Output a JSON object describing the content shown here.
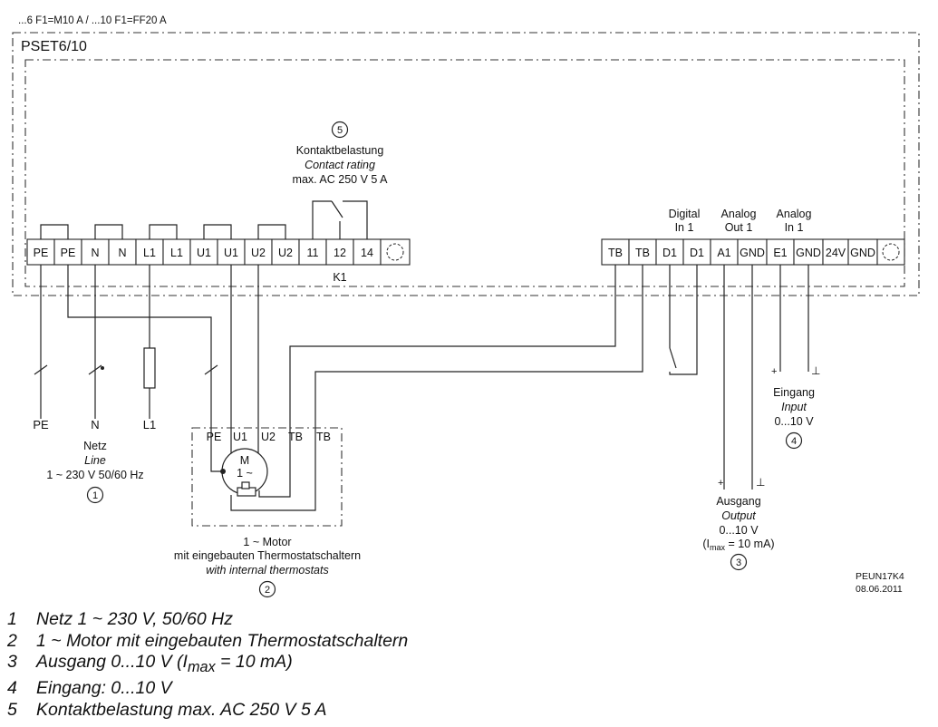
{
  "header_note": "...6 F1=M10 A / ...10 F1=FF20 A",
  "device_title": "PSET6/10",
  "terminals": [
    "PE",
    "PE",
    "N",
    "N",
    "L1",
    "L1",
    "U1",
    "U1",
    "U2",
    "U2",
    "11",
    "12",
    "14",
    "TB",
    "TB",
    "D1",
    "D1",
    "A1",
    "GND",
    "E1",
    "GND",
    "24V",
    "GND"
  ],
  "relay_label": "K1",
  "contact": {
    "num": "5",
    "de": "Kontaktbelastung",
    "en": "Contact rating",
    "value": "max. AC 250 V 5 A"
  },
  "digital_in": {
    "line1": "Digital",
    "line2": "In 1"
  },
  "analog_out": {
    "line1": "Analog",
    "line2": "Out 1"
  },
  "analog_in": {
    "line1": "Analog",
    "line2": "In 1"
  },
  "mains": {
    "pe": "PE",
    "n": "N",
    "l1": "L1",
    "de": "Netz",
    "en": "Line",
    "value": "1 ~ 230 V 50/60 Hz",
    "num": "1"
  },
  "motor": {
    "pins": [
      "PE",
      "U1",
      "U2",
      "TB",
      "TB"
    ],
    "m": "M",
    "phase": "1 ~",
    "line1": "1 ~ Motor",
    "line2": "mit eingebauten Thermostatschaltern",
    "line3": "with internal thermostats",
    "num": "2"
  },
  "output": {
    "plus": "+",
    "gnd": "⊥",
    "de": "Ausgang",
    "en": "Output",
    "value": "0...10 V",
    "imax_pre": "(I",
    "imax_sub": "max",
    "imax_post": " = 10 mA)",
    "num": "3"
  },
  "input": {
    "plus": "+",
    "gnd": "⊥",
    "de": "Eingang",
    "en": "Input",
    "value": "0...10 V",
    "num": "4"
  },
  "doc_code": "PEUN17K4",
  "doc_date": "08.06.2011",
  "legend": [
    {
      "num": "1",
      "text": "Netz 1 ~ 230 V, 50/60 Hz"
    },
    {
      "num": "2",
      "text": "1 ~ Motor mit eingebauten Thermostatschaltern"
    },
    {
      "num": "3",
      "pre": "Ausgang 0...10 V (I",
      "sub": "max",
      "post": " = 10 mA)"
    },
    {
      "num": "4",
      "text": "Eingang: 0...10 V"
    },
    {
      "num": "5",
      "text": "Kontaktbelastung max. AC 250 V 5 A"
    }
  ]
}
